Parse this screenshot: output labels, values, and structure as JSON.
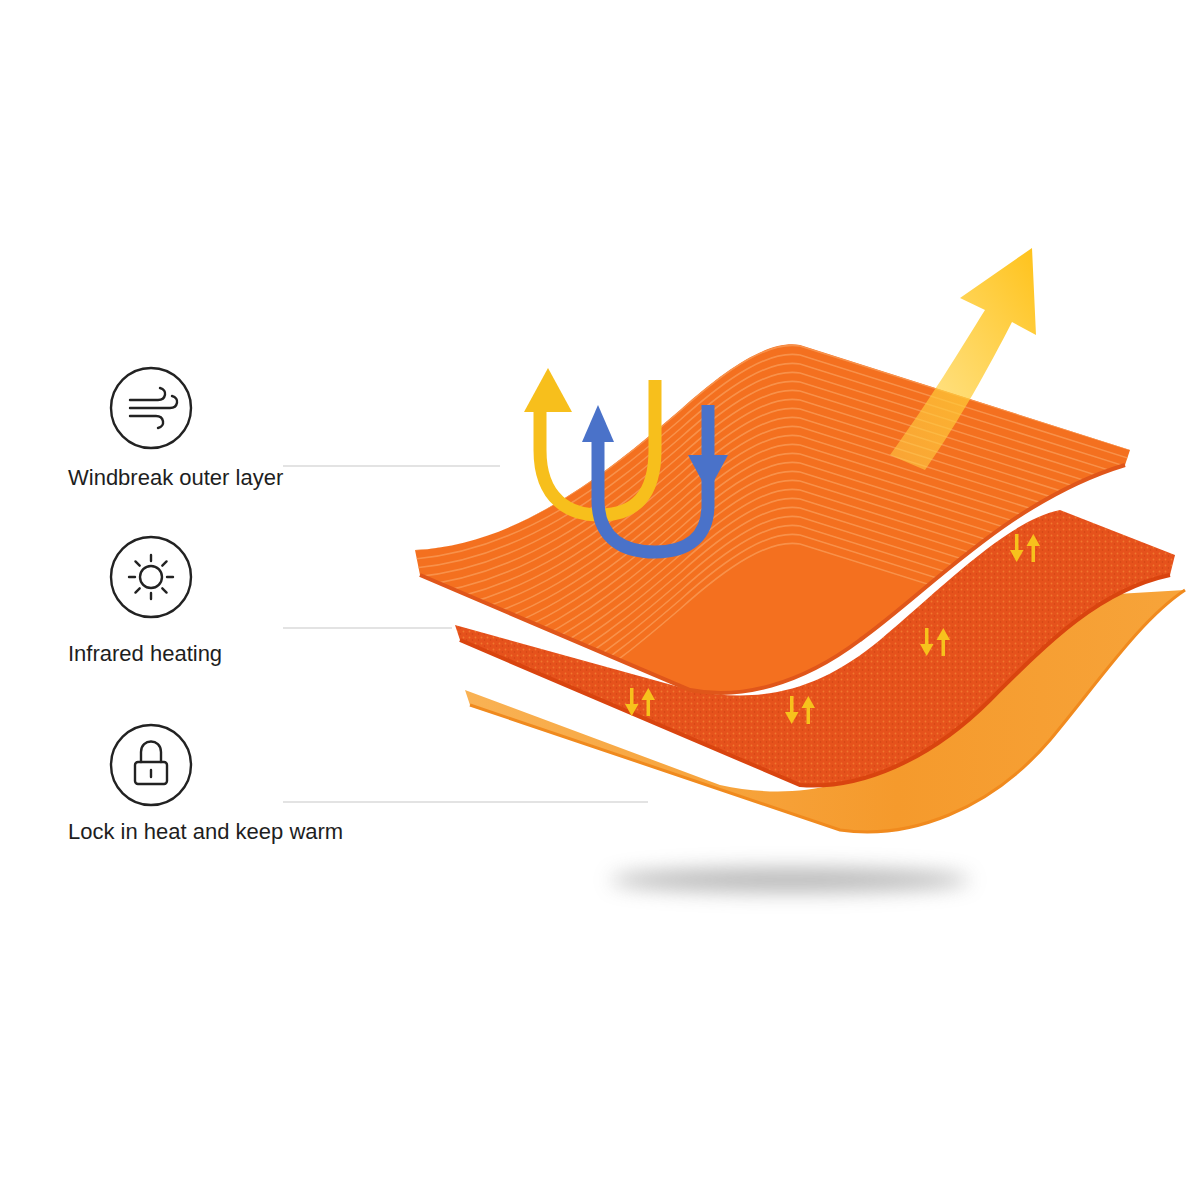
{
  "diagram": {
    "labels": [
      "Windbreak outer layer",
      "Infrared heating",
      "Lock in heat and keep warm"
    ]
  }
}
